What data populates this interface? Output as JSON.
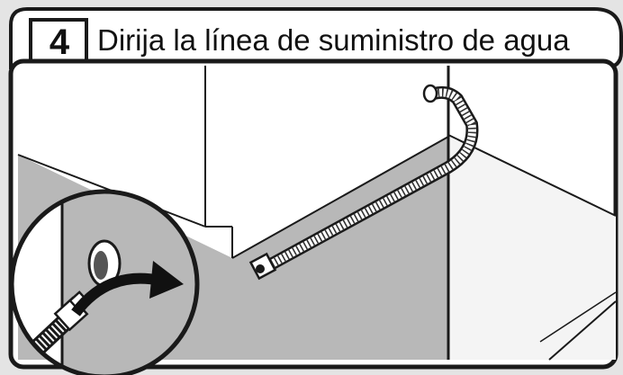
{
  "step": {
    "number": "4",
    "title": "Dirija la línea de suministro de agua"
  },
  "illustration": {
    "subject": "water supply line routed through cabinet",
    "icons": [
      "braided-supply-hose-icon",
      "cabinet-hole-icon",
      "routing-arrow-icon",
      "hose-fitting-icon"
    ]
  },
  "colors": {
    "background": "#e4e4e4",
    "panel": "#ffffff",
    "frame": "#1a1a1a",
    "shade": "#b8b8b8",
    "arrow": "#111111"
  }
}
